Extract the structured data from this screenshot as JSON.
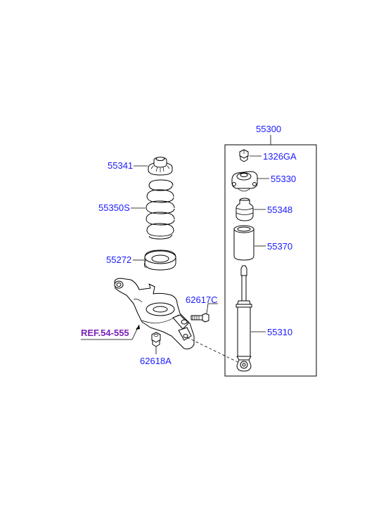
{
  "labels": {
    "p55300": "55300",
    "p1326GA": "1326GA",
    "p55330": "55330",
    "p55348": "55348",
    "p55370": "55370",
    "p55310": "55310",
    "p55341": "55341",
    "p55350S": "55350S",
    "p55272": "55272",
    "p62617C": "62617C",
    "p62618A": "62618A",
    "ref": "REF.54-555"
  }
}
